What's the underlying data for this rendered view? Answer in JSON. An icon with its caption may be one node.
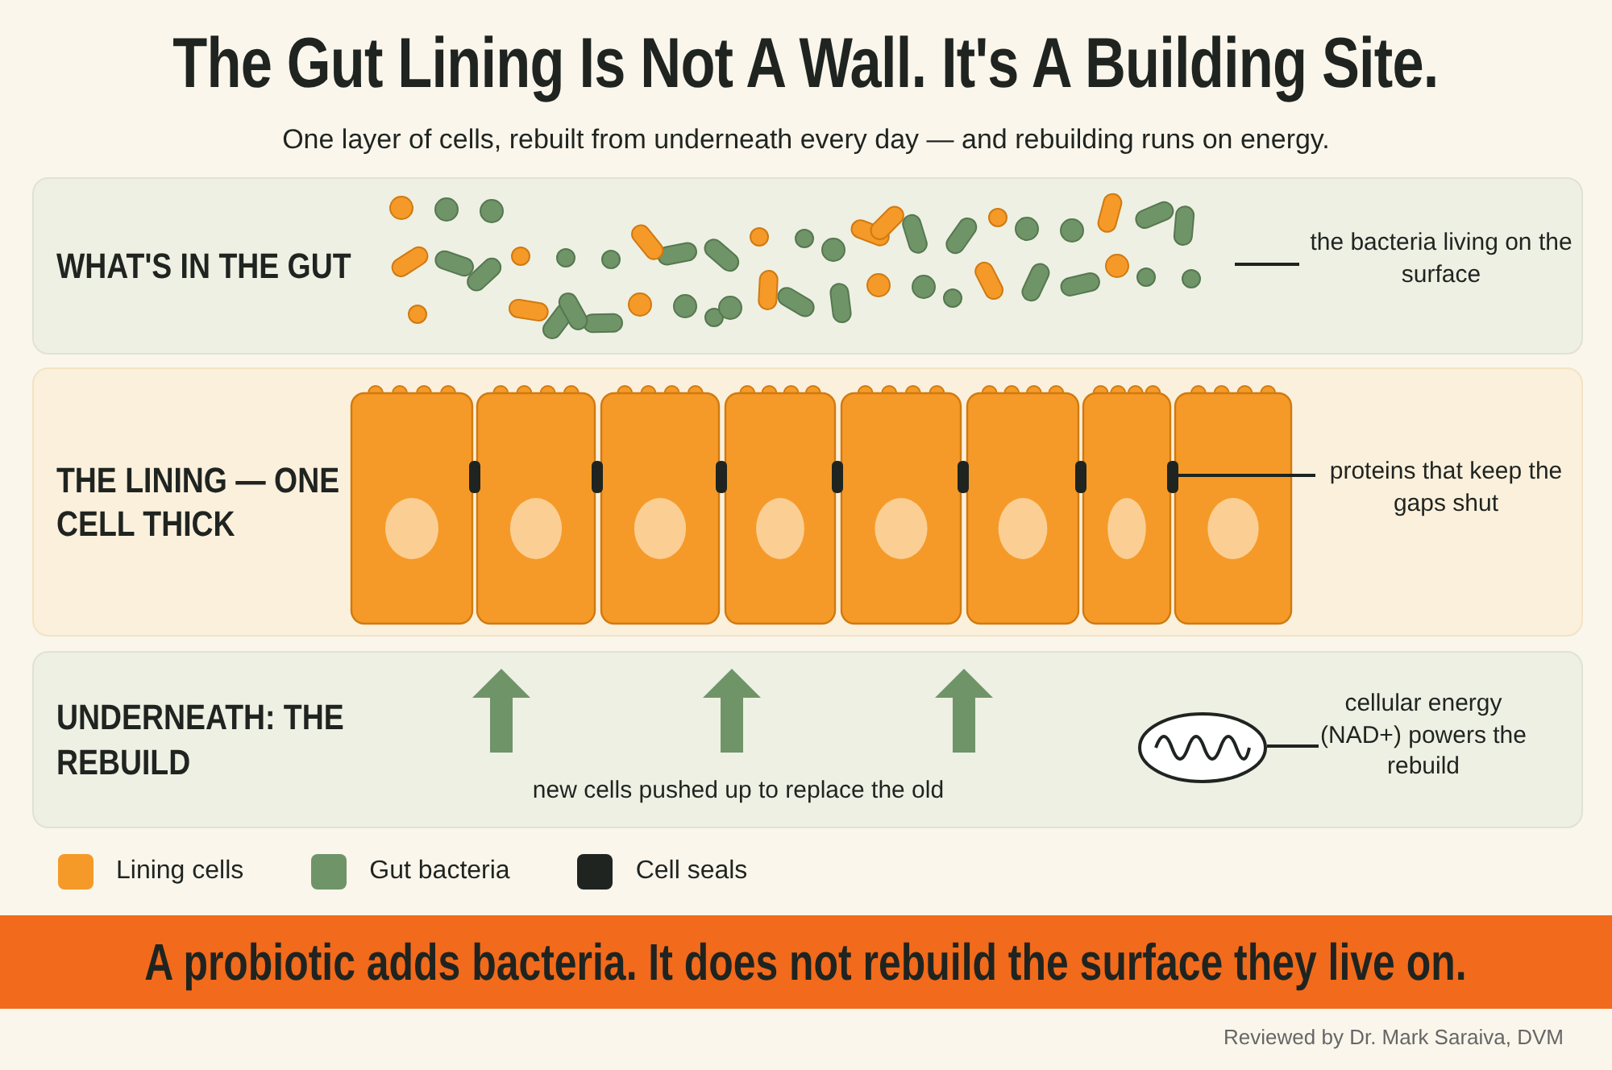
{
  "diagram": {
    "title": "The Gut Lining Is Not A Wall. It's A Building Site.",
    "nodes": [
      {
        "text": [
          "WHAT'S IN THE GUT"
        ]
      },
      {
        "text": [
          "the bacteria living on the surface"
        ],
        "in": 0
      },
      {
        "text": [],
        "shape": "picture",
        "in": 0
      },
      {
        "text": [
          "THE LINING — ONE CELL THICK"
        ]
      },
      {
        "text": [
          "proteins that keep the gaps shut"
        ],
        "in": 3
      },
      {
        "text": [],
        "shape": "bar",
        "in": 3
      },
      {
        "text": [
          "UNDERNEATH: THE REBUILD"
        ]
      },
      {
        "text": [
          "cellular energy (NAD+) powers the rebuild"
        ],
        "in": 6
      },
      {
        "text": [],
        "shape": "picture",
        "in": 6
      }
    ],
    "edges": [
      {
        "from": 1,
        "to": 2,
        "arrow": "none"
      },
      {
        "from": 4,
        "to": 5,
        "arrow": "none"
      },
      {
        "from": 7,
        "to": 8,
        "arrow": "none"
      }
    ],
    "labels": [
      "One layer of cells, rebuilt from underneath every day — and rebuilding runs on energy.",
      "new cells pushed up to replace the old",
      "A probiotic adds bacteria. It does not rebuild the surface they live on.",
      "Reviewed by Dr. Mark Saraiva, DVM"
    ],
    "legend": [
      {
        "text": "Lining cells",
        "color": "#f59a28"
      },
      {
        "text": "Gut bacteria",
        "color": "#6f9468"
      },
      {
        "text": "Cell seals",
        "color": "#1f2420"
      }
    ]
  }
}
